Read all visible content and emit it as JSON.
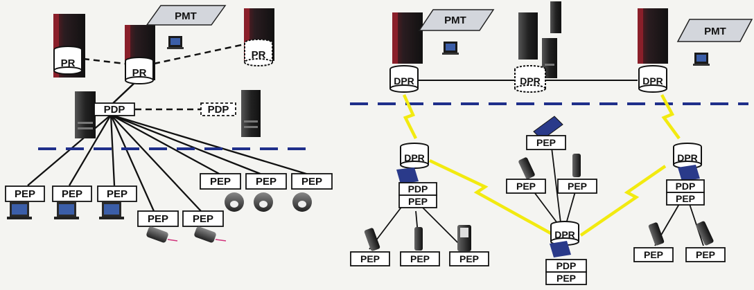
{
  "left": {
    "pmt": "PMT",
    "pr_nodes": [
      "PR",
      "PR",
      "PR"
    ],
    "pdp_main": "PDP",
    "pdp_backup": "PDP",
    "peps": [
      "PEP",
      "PEP",
      "PEP",
      "PEP",
      "PEP",
      "PEP",
      "PEP",
      "PEP"
    ]
  },
  "right": {
    "pmt_nodes": [
      "PMT",
      "PMT"
    ],
    "dpr_top": [
      "DPR",
      "DPR",
      "DPR"
    ],
    "dpr_mid": [
      "DPR",
      "DPR",
      "DPR"
    ],
    "stacks": [
      {
        "pdp": "PDP",
        "pep": "PEP"
      },
      {
        "pdp": "PDP",
        "pep": "PEP"
      },
      {
        "pdp": "PDP",
        "pep": "PEP"
      }
    ],
    "peps": [
      "PEP",
      "PEP",
      "PEP",
      "PEP",
      "PEP",
      "PEP",
      "PEP",
      "PEP"
    ]
  },
  "colors": {
    "divider": "#1f2f8a",
    "lightning": "#f2ea10",
    "server": "#3a2a2e",
    "server_accent": "#8a1f2a",
    "pmt_fill": "#d3d6dc",
    "background": "#f4f4f1"
  }
}
